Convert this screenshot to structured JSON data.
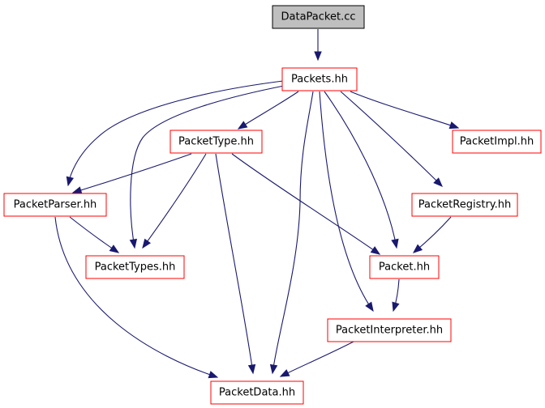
{
  "diagram": {
    "nodes": [
      {
        "id": "datapacket_cc",
        "label": "DataPacket.cc",
        "root": true
      },
      {
        "id": "packets_hh",
        "label": "Packets.hh"
      },
      {
        "id": "packettype_hh",
        "label": "PacketType.hh"
      },
      {
        "id": "packetimpl_hh",
        "label": "PacketImpl.hh"
      },
      {
        "id": "packetparser_hh",
        "label": "PacketParser.hh"
      },
      {
        "id": "packetregistry_hh",
        "label": "PacketRegistry.hh"
      },
      {
        "id": "packettypes_hh",
        "label": "PacketTypes.hh"
      },
      {
        "id": "packet_hh",
        "label": "Packet.hh"
      },
      {
        "id": "packetinterpreter_hh",
        "label": "PacketInterpreter.hh"
      },
      {
        "id": "packetdata_hh",
        "label": "PacketData.hh"
      }
    ],
    "edges": [
      {
        "from": "datapacket_cc",
        "to": "packets_hh"
      },
      {
        "from": "packets_hh",
        "to": "packettype_hh"
      },
      {
        "from": "packets_hh",
        "to": "packetimpl_hh"
      },
      {
        "from": "packets_hh",
        "to": "packetparser_hh"
      },
      {
        "from": "packets_hh",
        "to": "packettypes_hh"
      },
      {
        "from": "packets_hh",
        "to": "packetregistry_hh"
      },
      {
        "from": "packets_hh",
        "to": "packet_hh"
      },
      {
        "from": "packets_hh",
        "to": "packetinterpreter_hh"
      },
      {
        "from": "packets_hh",
        "to": "packetdata_hh"
      },
      {
        "from": "packettype_hh",
        "to": "packetparser_hh"
      },
      {
        "from": "packettype_hh",
        "to": "packettypes_hh"
      },
      {
        "from": "packettype_hh",
        "to": "packet_hh"
      },
      {
        "from": "packettype_hh",
        "to": "packetdata_hh"
      },
      {
        "from": "packetparser_hh",
        "to": "packettypes_hh"
      },
      {
        "from": "packetparser_hh",
        "to": "packetdata_hh"
      },
      {
        "from": "packetregistry_hh",
        "to": "packet_hh"
      },
      {
        "from": "packet_hh",
        "to": "packetinterpreter_hh"
      },
      {
        "from": "packetinterpreter_hh",
        "to": "packetdata_hh"
      }
    ],
    "colors": {
      "edge": "#191970",
      "node_border": "#ff0000",
      "root_fill": "#bfbfbf",
      "root_border": "#000000"
    }
  }
}
